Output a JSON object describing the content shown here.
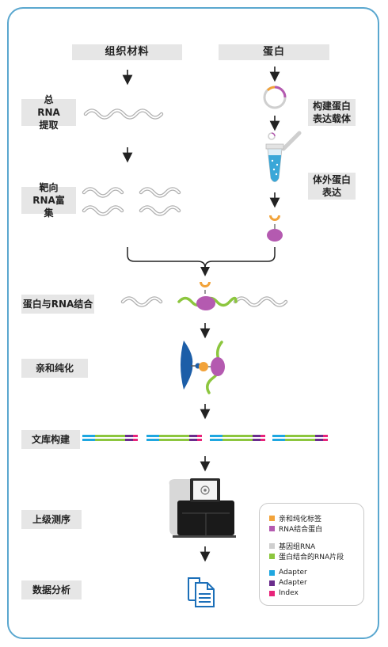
{
  "headers": {
    "tissue": "组织材料",
    "protein": "蛋白"
  },
  "steps": {
    "total_rna": "总RNA提取",
    "target_rna": "靶向RNA富集",
    "binding": "蛋白与RNA结合",
    "affinity": "亲和纯化",
    "library": "文库构建",
    "sequencing": "上级测序",
    "analysis": "数据分析"
  },
  "protein_steps": {
    "vector": "构建蛋白表达载体",
    "expression": "体外蛋白表达"
  },
  "legend": {
    "items": [
      {
        "label": "亲和纯化标签",
        "color": "#f2a33a"
      },
      {
        "label": "RNA结合蛋白",
        "color": "#b45ab0"
      },
      {
        "label": "基因组RNA",
        "color": "#cfcfcf"
      },
      {
        "label": "蛋白结合的RNA片段",
        "color": "#8cc63e"
      },
      {
        "label": "Adapter",
        "color": "#1fa7e0"
      },
      {
        "label": "Adapter",
        "color": "#6a2c8c"
      },
      {
        "label": "Index",
        "color": "#e8247a"
      }
    ]
  },
  "colors": {
    "frame": "#5aa7cf",
    "header_bg": "#e6e6e6",
    "sequencer": "#1a1a1a",
    "doc_icon": "#1c6fb8"
  }
}
